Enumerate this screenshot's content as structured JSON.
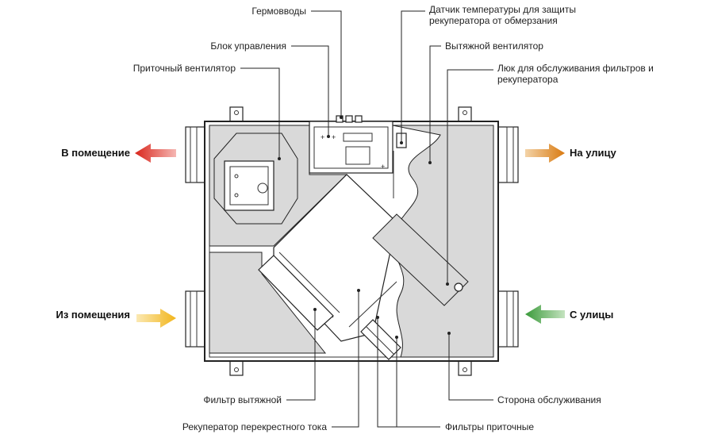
{
  "labels": {
    "glands": "Гермовводы",
    "temp_sensor_1": "Датчик температуры для защиты",
    "temp_sensor_2": "рекуператора от обмерзания",
    "control_unit": "Блок управления",
    "exhaust_fan": "Вытяжной вентилятор",
    "supply_fan": "Приточный вентилятор",
    "hatch_1": "Люк для обслуживания фильтров и",
    "hatch_2": "рекуператора",
    "to_room": "В помещение",
    "to_street": "На улицу",
    "from_room": "Из помещения",
    "from_street": "С улицы",
    "exhaust_filter": "Фильтр вытяжной",
    "service_side": "Сторона обслуживания",
    "recuperator": "Рекуператор перекрестного тока",
    "supply_filters": "Фильтры приточные"
  },
  "colors": {
    "to_room_arrow": "#d9261c",
    "to_street_arrow": "#d97a10",
    "from_room_arrow": "#f2b51b",
    "from_street_arrow": "#3a9a3a",
    "panel_grey": "#d9d9d9"
  }
}
